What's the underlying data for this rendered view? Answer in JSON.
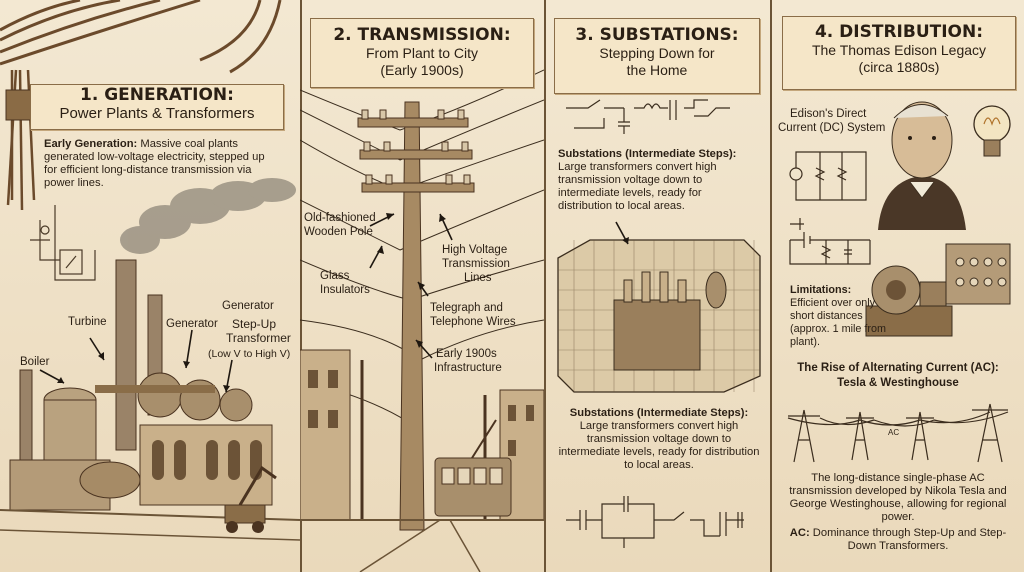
{
  "gen": {
    "heading": "1. GENERATION:",
    "subheading": "Power Plants & Transformers",
    "body_label": "Early Generation:",
    "body_text": " Massive coal plants generated low-voltage electricity, stepped up for efficient long-distance transmission via power lines.",
    "label_boiler": "Boiler",
    "label_turbine": "Turbine",
    "label_generator": "Generator",
    "label_generator_top": "Generator",
    "label_stepup": "Step-Up",
    "label_transformer": "Transformer",
    "label_lowhigh": "(Low V to High V)"
  },
  "trans": {
    "heading": "2. TRANSMISSION:",
    "sub1": "From Plant to City",
    "sub2": "(Early 1900s)",
    "label_pole_1": "Old-fashioned",
    "label_pole_2": "Wooden Pole",
    "label_glass_1": "Glass",
    "label_glass_2": "Insulators",
    "label_hv_1": "High Voltage",
    "label_hv_2": "Transmission",
    "label_hv_3": "Lines",
    "label_tel_1": "Telegraph and",
    "label_tel_2": "Telephone Wires",
    "label_infra_1": "Early 1900s",
    "label_infra_2": "Infrastructure"
  },
  "sub": {
    "heading": "3. SUBSTATIONS:",
    "sub1": "Stepping Down for",
    "sub2": "the Home",
    "p1_label": "Substations (Intermediate Steps):",
    "p1_text": "Large transformers convert high transmission voltage down to intermediate levels, ready for distribution to local areas.",
    "p2_label": "Substations (Intermediate Steps):",
    "p2_text": "Large transformers convert high transmission voltage down to intermediate levels, ready for distribution to local areas."
  },
  "dist": {
    "heading": "4. DISTRIBUTION:",
    "sub1": "The Thomas Edison Legacy",
    "sub2": "(circa 1880s)",
    "dc_1": "Edison's Direct",
    "dc_2": "Current (DC) System",
    "lim_label": "Limitations:",
    "lim_text": "Efficient over only short distances (approx. 1 mile from plant).",
    "ac_head_1": "The Rise of Alternating Current (AC):",
    "ac_head_2": "Tesla & Westinghouse",
    "ac_symbol": "AC",
    "ac_text": "The long-distance single-phase AC transmission developed by Nikola Tesla and George Westinghouse, allowing for regional power.",
    "ac_dom_label": "AC:",
    "ac_dom_text": " Dominance through Step-Up and Step-Down Transformers."
  }
}
